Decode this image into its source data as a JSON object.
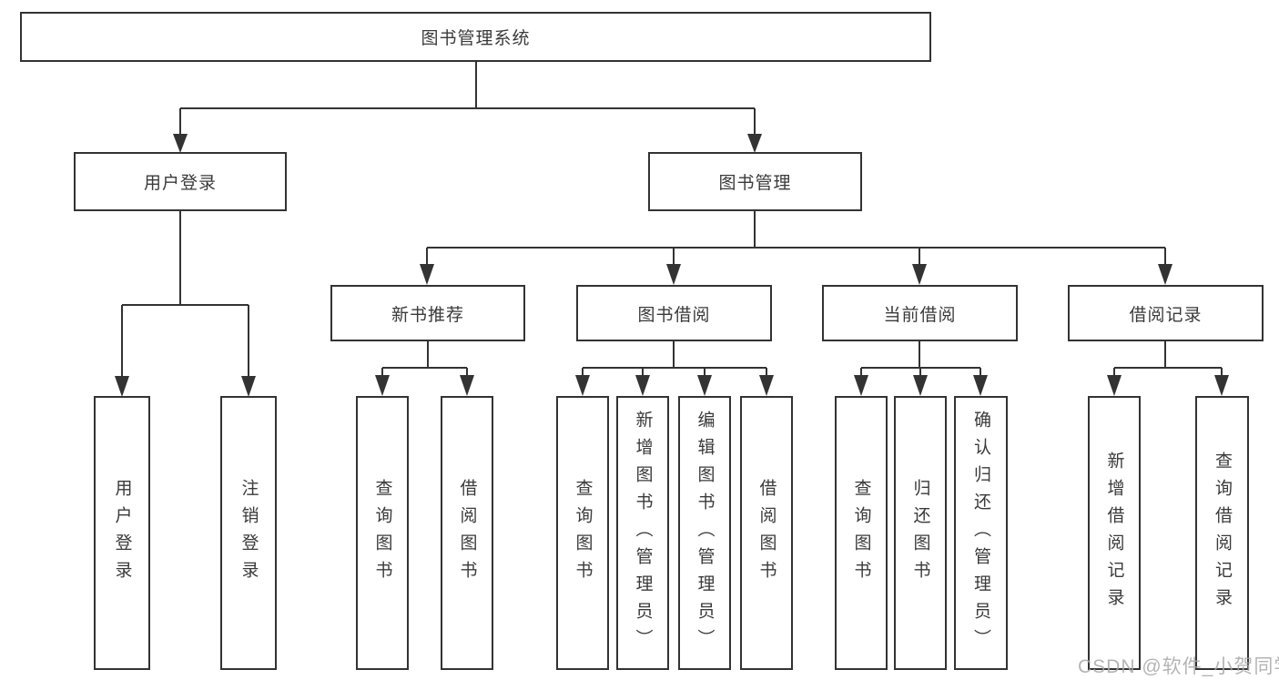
{
  "tree": {
    "root": {
      "label": "图书管理系统"
    },
    "branches": [
      {
        "label": "用户登录",
        "children": [
          {
            "label": "用户登录"
          },
          {
            "label": "注销登录"
          }
        ]
      },
      {
        "label": "图书管理",
        "children": [
          {
            "label": "新书推荐",
            "children": [
              {
                "label": "查询图书"
              },
              {
                "label": "借阅图书"
              }
            ]
          },
          {
            "label": "图书借阅",
            "children": [
              {
                "label": "查询图书"
              },
              {
                "label": "新增图书（管理员）"
              },
              {
                "label": "编辑图书（管理员）"
              },
              {
                "label": "借阅图书"
              }
            ]
          },
          {
            "label": "当前借阅",
            "children": [
              {
                "label": "查询图书"
              },
              {
                "label": "归还图书"
              },
              {
                "label": "确认归还（管理员）"
              }
            ]
          },
          {
            "label": "借阅记录",
            "children": [
              {
                "label": "新增借阅记录"
              },
              {
                "label": "查询借阅记录"
              }
            ]
          }
        ]
      }
    ]
  },
  "watermark": {
    "text": "CSDN @软件_小贺同学"
  },
  "colors": {
    "line": "#333333",
    "box_border": "#333333",
    "box_background": "#ffffff",
    "text": "#3a3a3a",
    "watermark": "#a8a8a8"
  }
}
